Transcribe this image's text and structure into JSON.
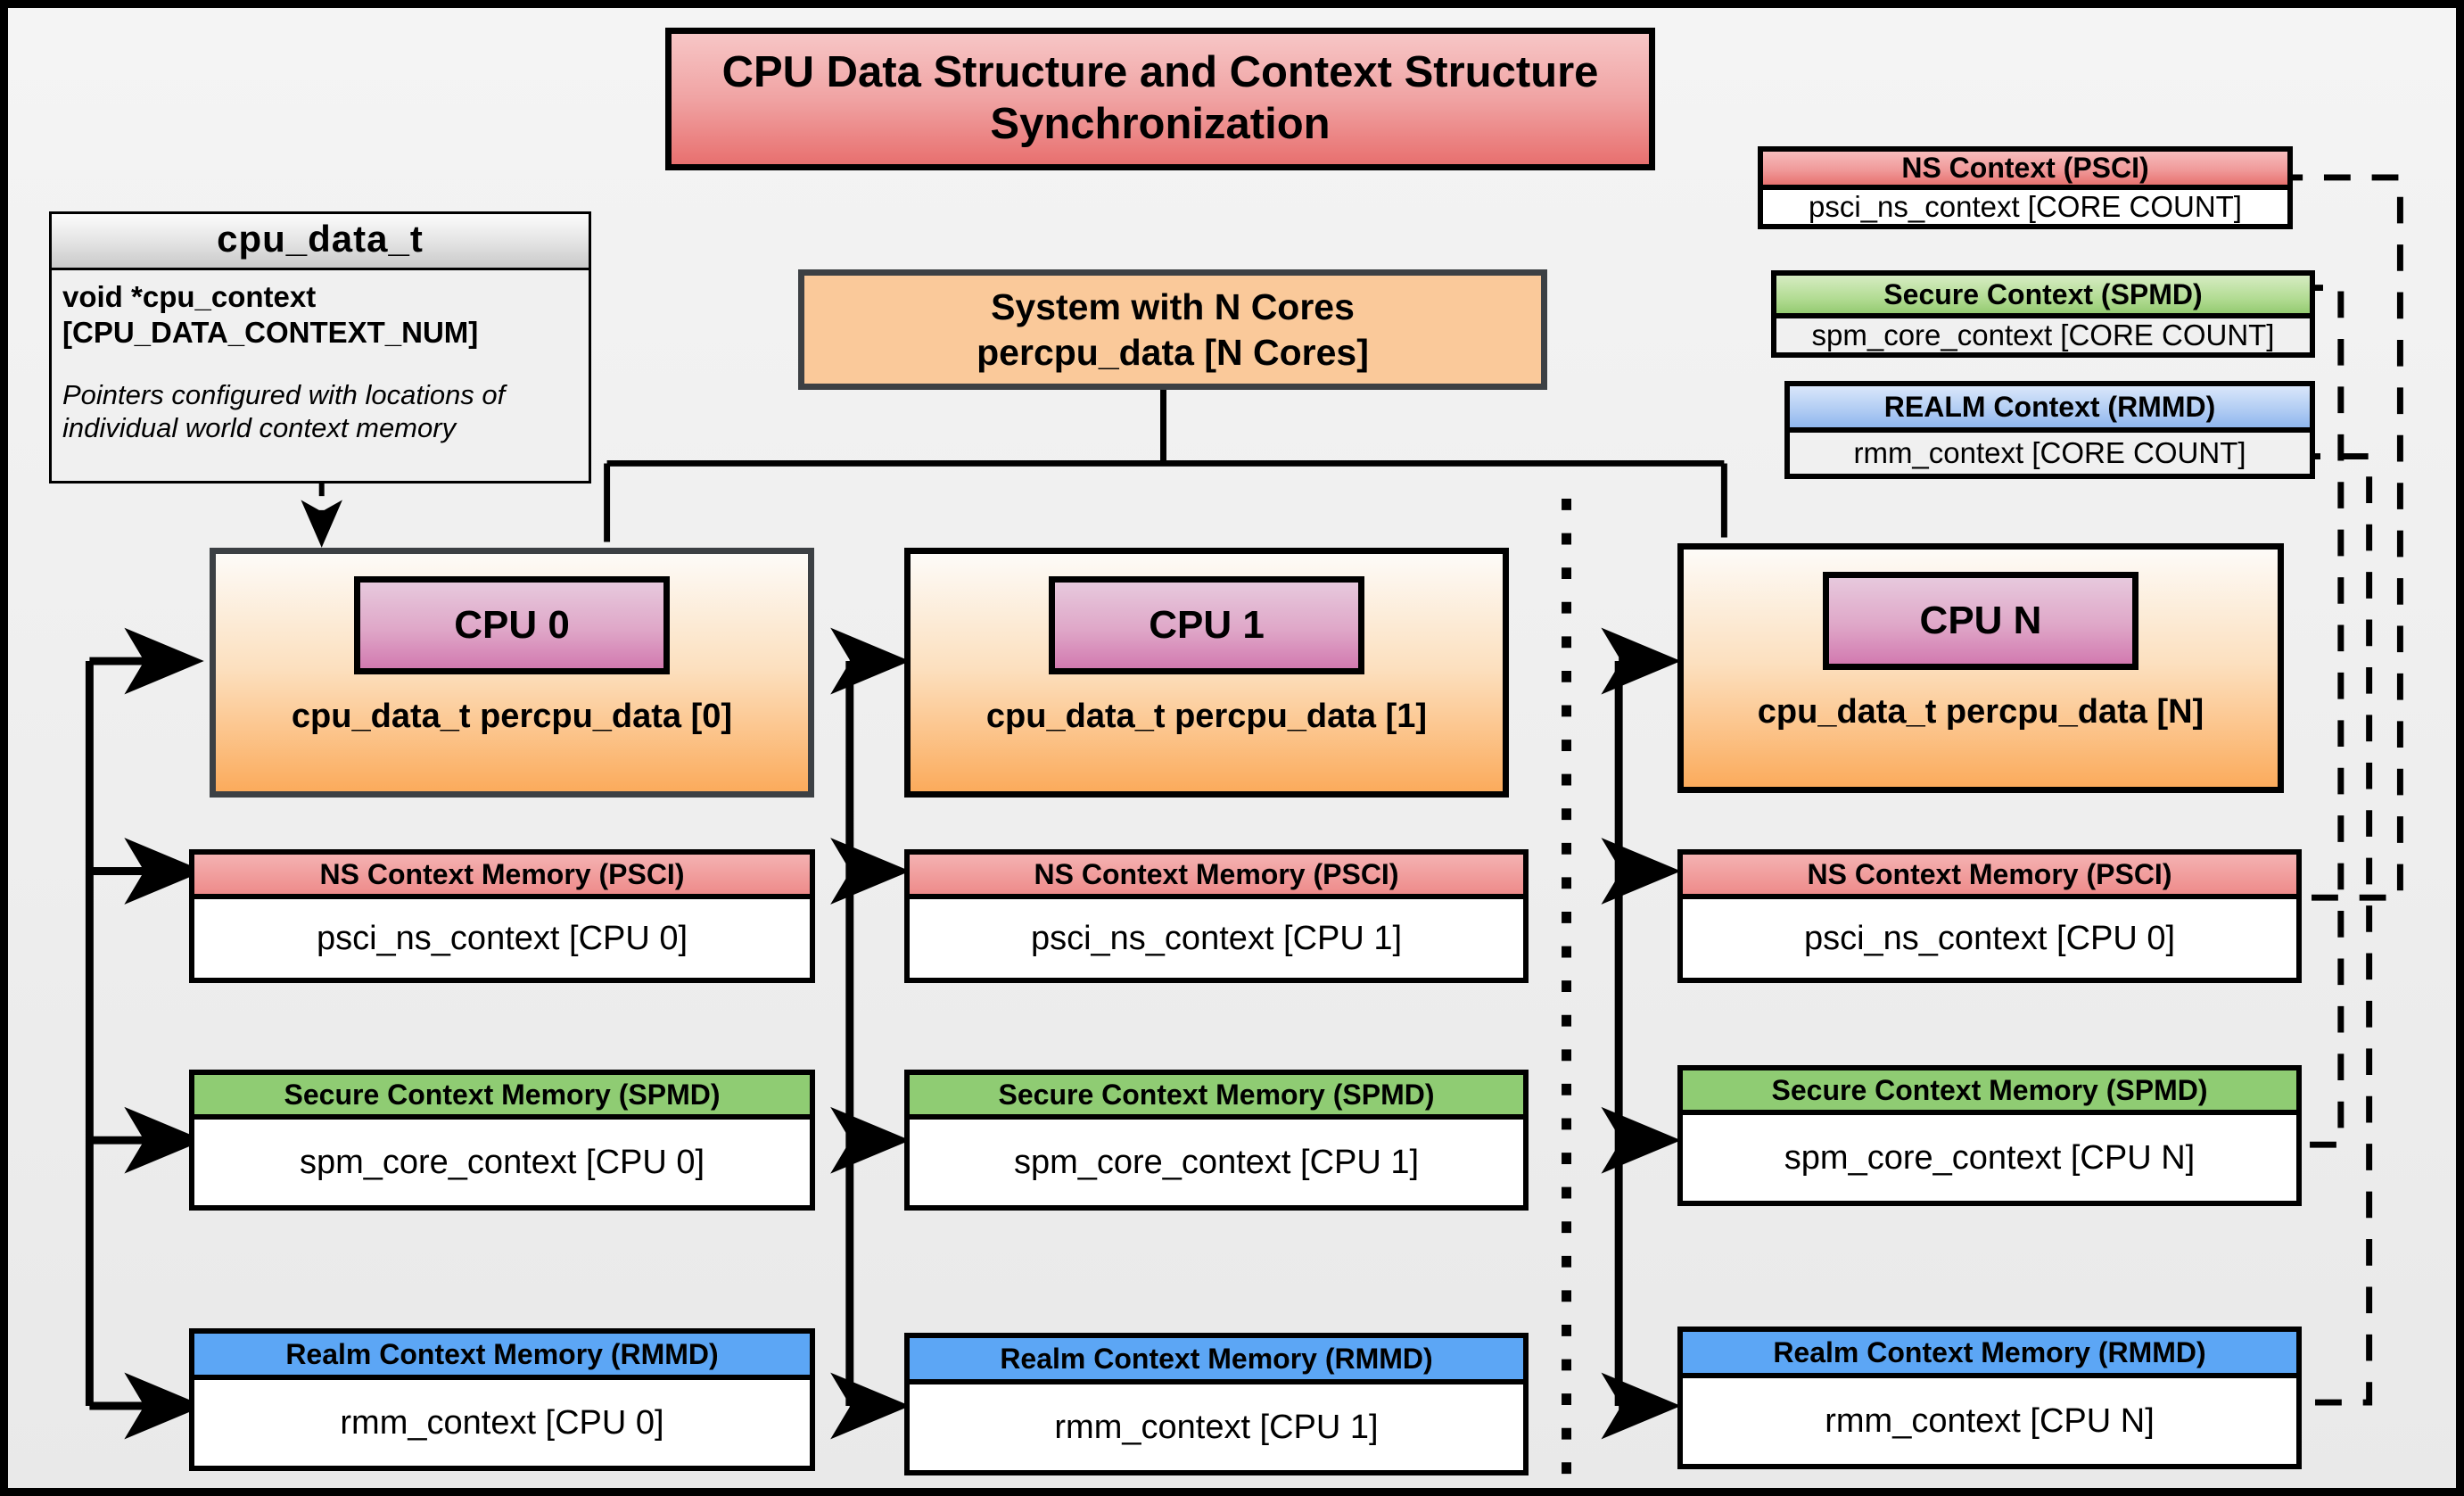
{
  "diagram": {
    "title": "CPU Data Structure and Context Structure Synchronization",
    "struct_card": {
      "header": "cpu_data_t",
      "declaration": "void  *cpu_context [CPU_DATA_CONTEXT_NUM]",
      "note": "Pointers configured with locations of individual world context memory"
    },
    "system_box": {
      "line1": "System with N Cores",
      "line2": "percpu_data [N Cores]"
    },
    "context_templates": [
      {
        "header": "NS Context  (PSCI)",
        "value": "psci_ns_context [CORE COUNT]"
      },
      {
        "header": "Secure Context (SPMD)",
        "value": "spm_core_context [CORE COUNT]"
      },
      {
        "header": "REALM Context (RMMD)",
        "value": "rmm_context [CORE COUNT]"
      }
    ],
    "cpu_columns": [
      {
        "chip": "CPU 0",
        "sub": "cpu_data_t percpu_data [0]",
        "contexts": [
          {
            "header": "NS Context Memory (PSCI)",
            "value": "psci_ns_context [CPU 0]"
          },
          {
            "header": "Secure Context Memory (SPMD)",
            "value": "spm_core_context [CPU 0]"
          },
          {
            "header": "Realm Context Memory (RMMD)",
            "value": "rmm_context [CPU 0]"
          }
        ]
      },
      {
        "chip": "CPU 1",
        "sub": "cpu_data_t percpu_data [1]",
        "contexts": [
          {
            "header": "NS Context Memory (PSCI)",
            "value": "psci_ns_context [CPU 1]"
          },
          {
            "header": "Secure Context Memory (SPMD)",
            "value": "spm_core_context [CPU 1]"
          },
          {
            "header": "Realm Context Memory (RMMD)",
            "value": "rmm_context [CPU 1]"
          }
        ]
      },
      {
        "chip": "CPU N",
        "sub": "cpu_data_t percpu_data [N]",
        "contexts": [
          {
            "header": "NS Context Memory (PSCI)",
            "value": "psci_ns_context [CPU 0]"
          },
          {
            "header": "Secure Context Memory (SPMD)",
            "value": "spm_core_context [CPU N]"
          },
          {
            "header": "Realm Context Memory (RMMD)",
            "value": "rmm_context [CPU N]"
          }
        ]
      }
    ],
    "colors": {
      "ns": "#ee8b8a",
      "secure": "#8fcc73",
      "realm": "#5ca6f5",
      "cpu_chip": "#d27ab0",
      "system": "#fac99a",
      "canvas": "#eeeeee"
    }
  }
}
